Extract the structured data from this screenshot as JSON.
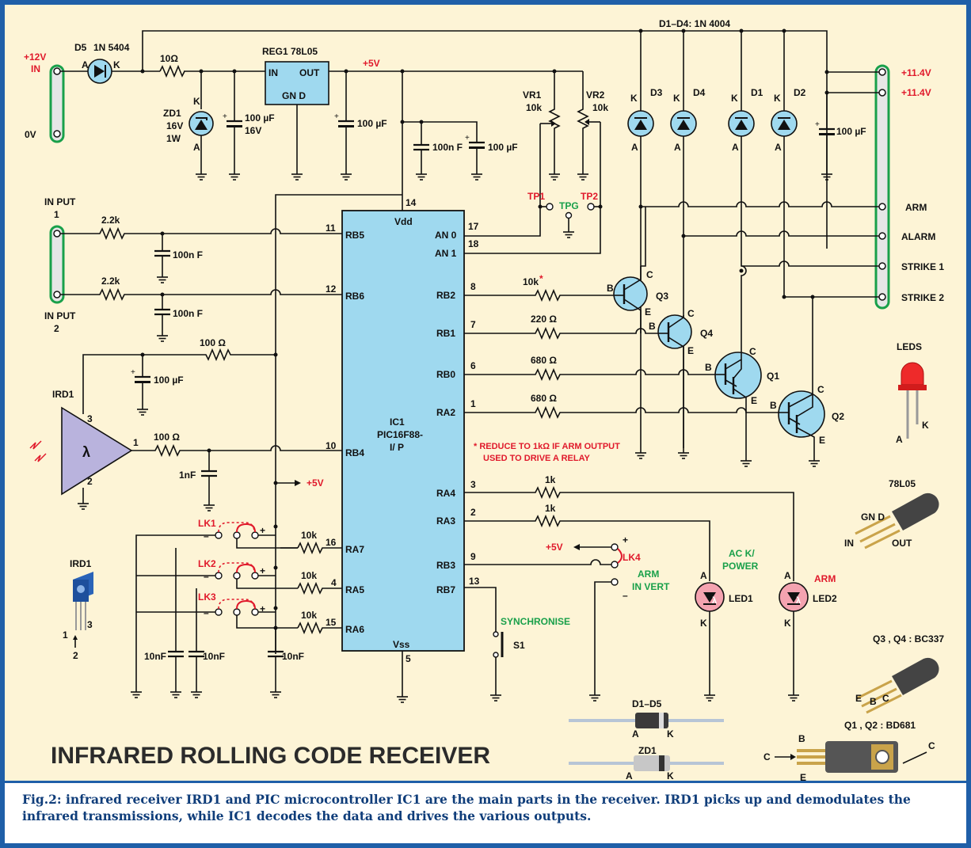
{
  "title": "INFRARED ROLLING CODE RECEIVER",
  "caption": "Fig.2: infrared receiver IRD1 and PIC microcontroller IC1 are the main parts in the receiver. IRD1 picks up and demodulates the infrared transmissions, while IC1 decodes the data and drives the various outputs.",
  "colors": {
    "border": "#1f5fa8",
    "background": "#fdf4d6",
    "component_fill": "#9fd9ef",
    "label_red": "#e0192b",
    "label_green": "#19a04a"
  },
  "power": {
    "in_plus": "+12V",
    "in_label": "IN",
    "in_zero": "0V",
    "d5": "D5",
    "d5_type": "1N 5404",
    "r_10": "10Ω",
    "zd1": "ZD1",
    "zd1_v": "16V",
    "zd1_w": "1W",
    "c1": "100 µF",
    "c1_v": "16V",
    "reg": "REG1  78L05",
    "reg_in": "IN",
    "reg_out": "OUT",
    "reg_gnd": "GN D",
    "v5": "+5V",
    "c2": "100 µF",
    "c3": "100n F",
    "c4": "100 µF",
    "vr1": "VR1",
    "vr1_v": "10k",
    "vr2": "VR2",
    "vr2_v": "10k",
    "tp1": "TP1",
    "tp2": "TP2",
    "tpg": "TPG"
  },
  "drivers": {
    "header": "D1–D4:  1N 4004",
    "d3": "D3",
    "d4": "D4",
    "d1": "D1",
    "d2": "D2",
    "c5": "100 µF",
    "out1": "+11.4V",
    "out2": "+11.4V",
    "arm": "ARM",
    "alarm": "ALARM",
    "strike1": "STRIKE 1",
    "strike2": "STRIKE 2",
    "r10k": "10k",
    "star": "*",
    "r220": "220 Ω",
    "r680a": "680 Ω",
    "r680b": "680 Ω",
    "q3": "Q3",
    "q4": "Q4",
    "q1": "Q1",
    "q2": "Q2",
    "note_a": "* REDUCE TO 1kΩ IF ARM OUTPUT",
    "note_b": "USED TO DRIVE A RELAY"
  },
  "inputs": {
    "in1_a": "IN PUT",
    "in1_b": "1",
    "in2_a": "IN PUT",
    "in2_b": "2",
    "r1": "2.2k",
    "r2": "2.2k",
    "c1": "100n F",
    "c2": "100n F"
  },
  "ir": {
    "r100a": "100 Ω",
    "c100": "100 µF",
    "ird1": "IRD1",
    "r100b": "100 Ω",
    "c1n": "1nF",
    "v5": "+5V",
    "pin1": "1",
    "pin2": "2",
    "pin3": "3",
    "lambda": "λ"
  },
  "ic": {
    "name1": "IC1",
    "name2": "PIC16F88-",
    "name3": "I/ P",
    "vdd": "Vdd",
    "vss": "Vss",
    "pin14": "14",
    "pin5": "5",
    "left_pins": [
      {
        "num": "11",
        "name": "RB5"
      },
      {
        "num": "12",
        "name": "RB6"
      },
      {
        "num": "10",
        "name": "RB4"
      },
      {
        "num": "16",
        "name": "RA7"
      },
      {
        "num": "4",
        "name": "RA5"
      },
      {
        "num": "15",
        "name": "RA6"
      }
    ],
    "right_pins": [
      {
        "num": "17",
        "name": "AN 0"
      },
      {
        "num": "18",
        "name": "AN 1"
      },
      {
        "num": "8",
        "name": "RB2"
      },
      {
        "num": "7",
        "name": "RB1"
      },
      {
        "num": "6",
        "name": "RB0"
      },
      {
        "num": "1",
        "name": "RA2"
      },
      {
        "num": "3",
        "name": "RA4"
      },
      {
        "num": "2",
        "name": "RA3"
      },
      {
        "num": "9",
        "name": "RB3"
      },
      {
        "num": "13",
        "name": "RB7"
      }
    ]
  },
  "links": {
    "lk1": "LK1",
    "lk2": "LK2",
    "lk3": "LK3",
    "minus": "–",
    "plus": "+",
    "r10k_a": "10k",
    "r10k_b": "10k",
    "r10k_c": "10k",
    "c10n_a": "10nF",
    "c10n_b": "10nF",
    "c10n_c": "10nF"
  },
  "outputs": {
    "r1k_a": "1k",
    "r1k_b": "1k",
    "v5": "+5V",
    "lk4": "LK4",
    "arm_inv_a": "ARM",
    "arm_inv_b": "IN VERT",
    "sync": "SYNCHRONISE",
    "s1": "S1",
    "led1_a": "AC K/",
    "led1_b": "POWER",
    "led1": "LED1",
    "led2_a": "ARM",
    "led2": "LED2",
    "a": "A",
    "k": "K"
  },
  "legend": {
    "leds": "LEDS",
    "led_a": "A",
    "led_k": "K",
    "l78": "78L05",
    "l78_gnd": "GN D",
    "l78_in": "IN",
    "l78_out": "OUT",
    "ird1": "IRD1",
    "ird_p1": "1",
    "ird_p2": "2",
    "ird_p3": "3",
    "q34": "Q3 , Q4 : BC337",
    "q34_e": "E",
    "q34_b": "B",
    "q34_c": "C",
    "d15": "D1–D5",
    "d15_a": "A",
    "d15_k": "K",
    "zd1": "ZD1",
    "zd1_a": "A",
    "zd1_k": "K",
    "q12": "Q1 , Q2 : BD681",
    "q12_b": "B",
    "q12_c": "C",
    "q12_c2": "C",
    "q12_e": "E"
  }
}
